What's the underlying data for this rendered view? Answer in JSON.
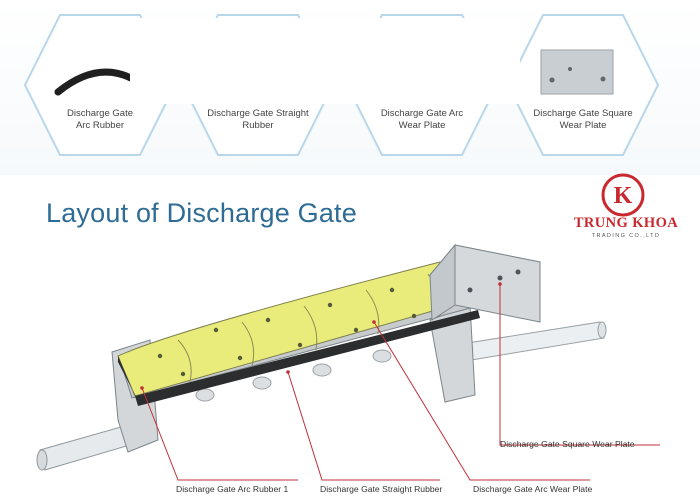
{
  "parts": [
    {
      "label": "Discharge Gate\nArc Rubber",
      "icon": "arc-rubber-icon"
    },
    {
      "label": "Discharge Gate Straight\nRubber",
      "icon": "straight-rubber-icon"
    },
    {
      "label": "Discharge Gate Arc\nWear Plate",
      "icon": "arc-wear-plate-icon"
    },
    {
      "label": "Discharge Gate Square\nWear Plate",
      "icon": "square-wear-plate-icon"
    }
  ],
  "title": "Layout of Discharge Gate",
  "logo": {
    "name": "TRUNG KHOA",
    "sub": "TRADING CO.,LTD",
    "mark": "K",
    "color": "#c8282e"
  },
  "callouts": {
    "arc_rubber": "Discharge Gate Arc Rubber 1",
    "straight_rubber": "Discharge Gate Straight Rubber",
    "arc_wear_plate": "Discharge Gate Arc Wear Plate",
    "square_wear_plate": "Discharge Gate Square Wear Plate"
  },
  "colors": {
    "title": "#2e6c95",
    "hex_border": "#b9d7ea",
    "wear_plate": "#e9ec7a",
    "callout_line": "#c0303a"
  }
}
